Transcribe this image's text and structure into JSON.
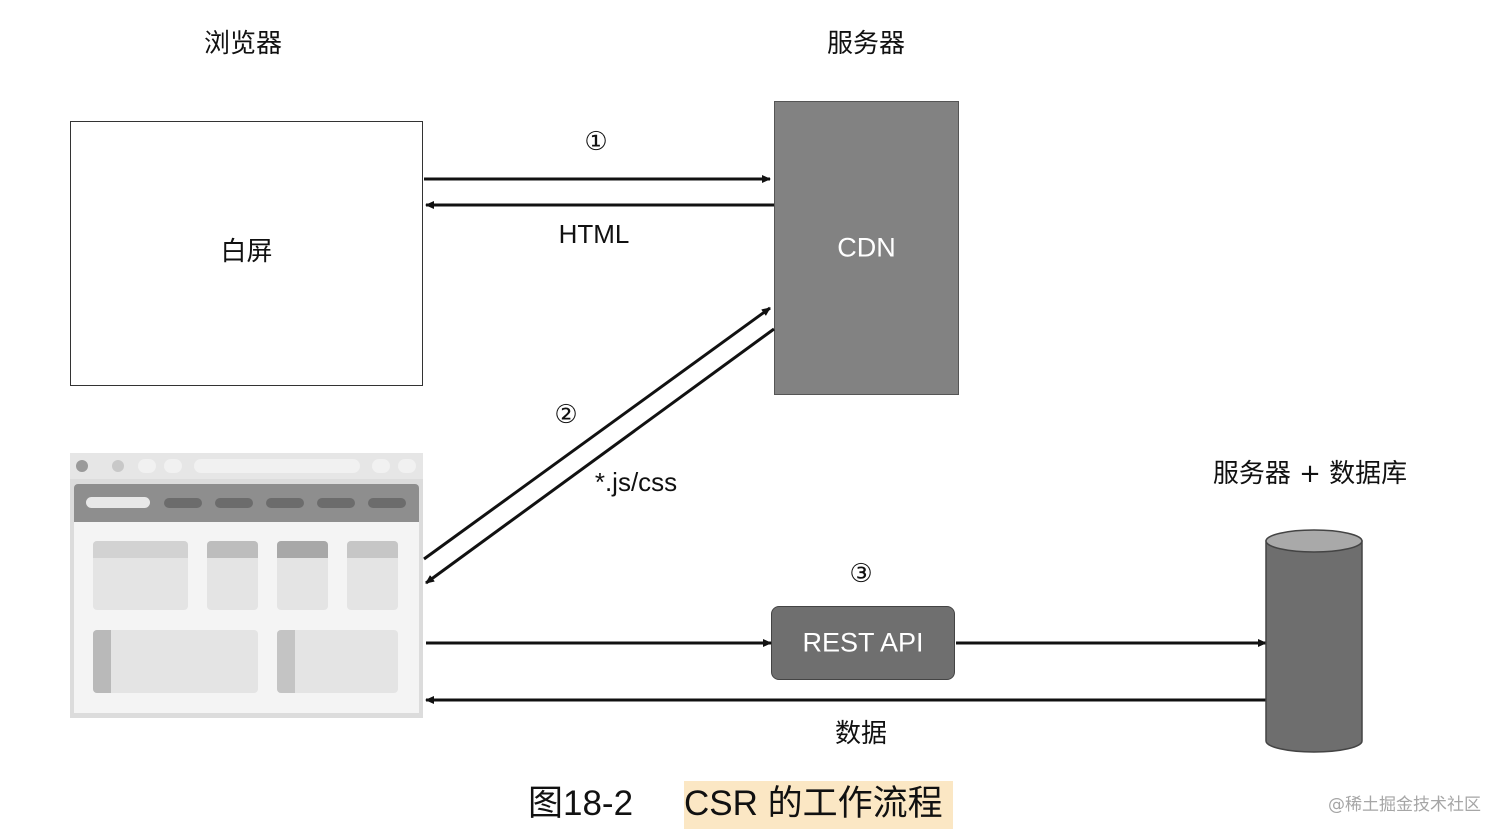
{
  "labels": {
    "browser": "浏览器",
    "server": "服务器",
    "server_db": "服务器 + 数据库",
    "white_screen": "白屏",
    "cdn": "CDN",
    "step1": "①",
    "html": "HTML",
    "step2": "②",
    "js_css": "*.js/css",
    "step3": "③",
    "rest_api": "REST API",
    "data": "数据"
  },
  "caption": {
    "figure_no": "图18-2",
    "title": "CSR 的工作流程"
  },
  "watermark": "@稀土掘金技术社区",
  "colors": {
    "cdn_fill": "#828282",
    "rest_fill": "#6f6f6f",
    "db_fill": "#6e6e6e",
    "db_top": "#a9a9a9",
    "highlight": "#fbe7c4"
  }
}
